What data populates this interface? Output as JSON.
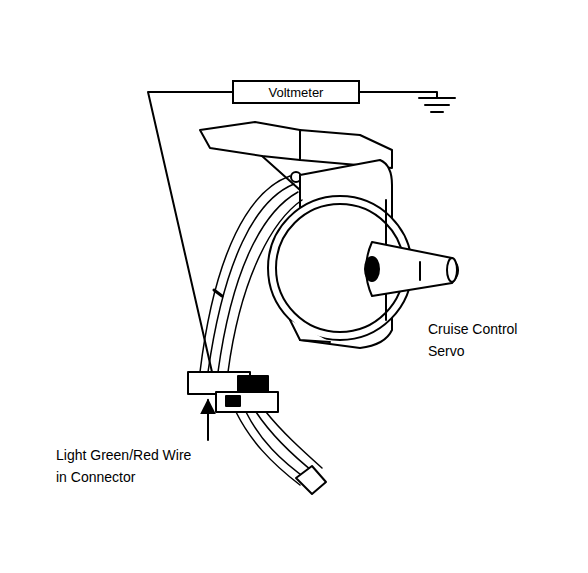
{
  "diagram": {
    "nodes": [
      {
        "text": [
          "Voltmeter"
        ]
      }
    ],
    "labels": [
      "Cruise Control Servo",
      "Light Green/Red Wire in Connector"
    ]
  }
}
